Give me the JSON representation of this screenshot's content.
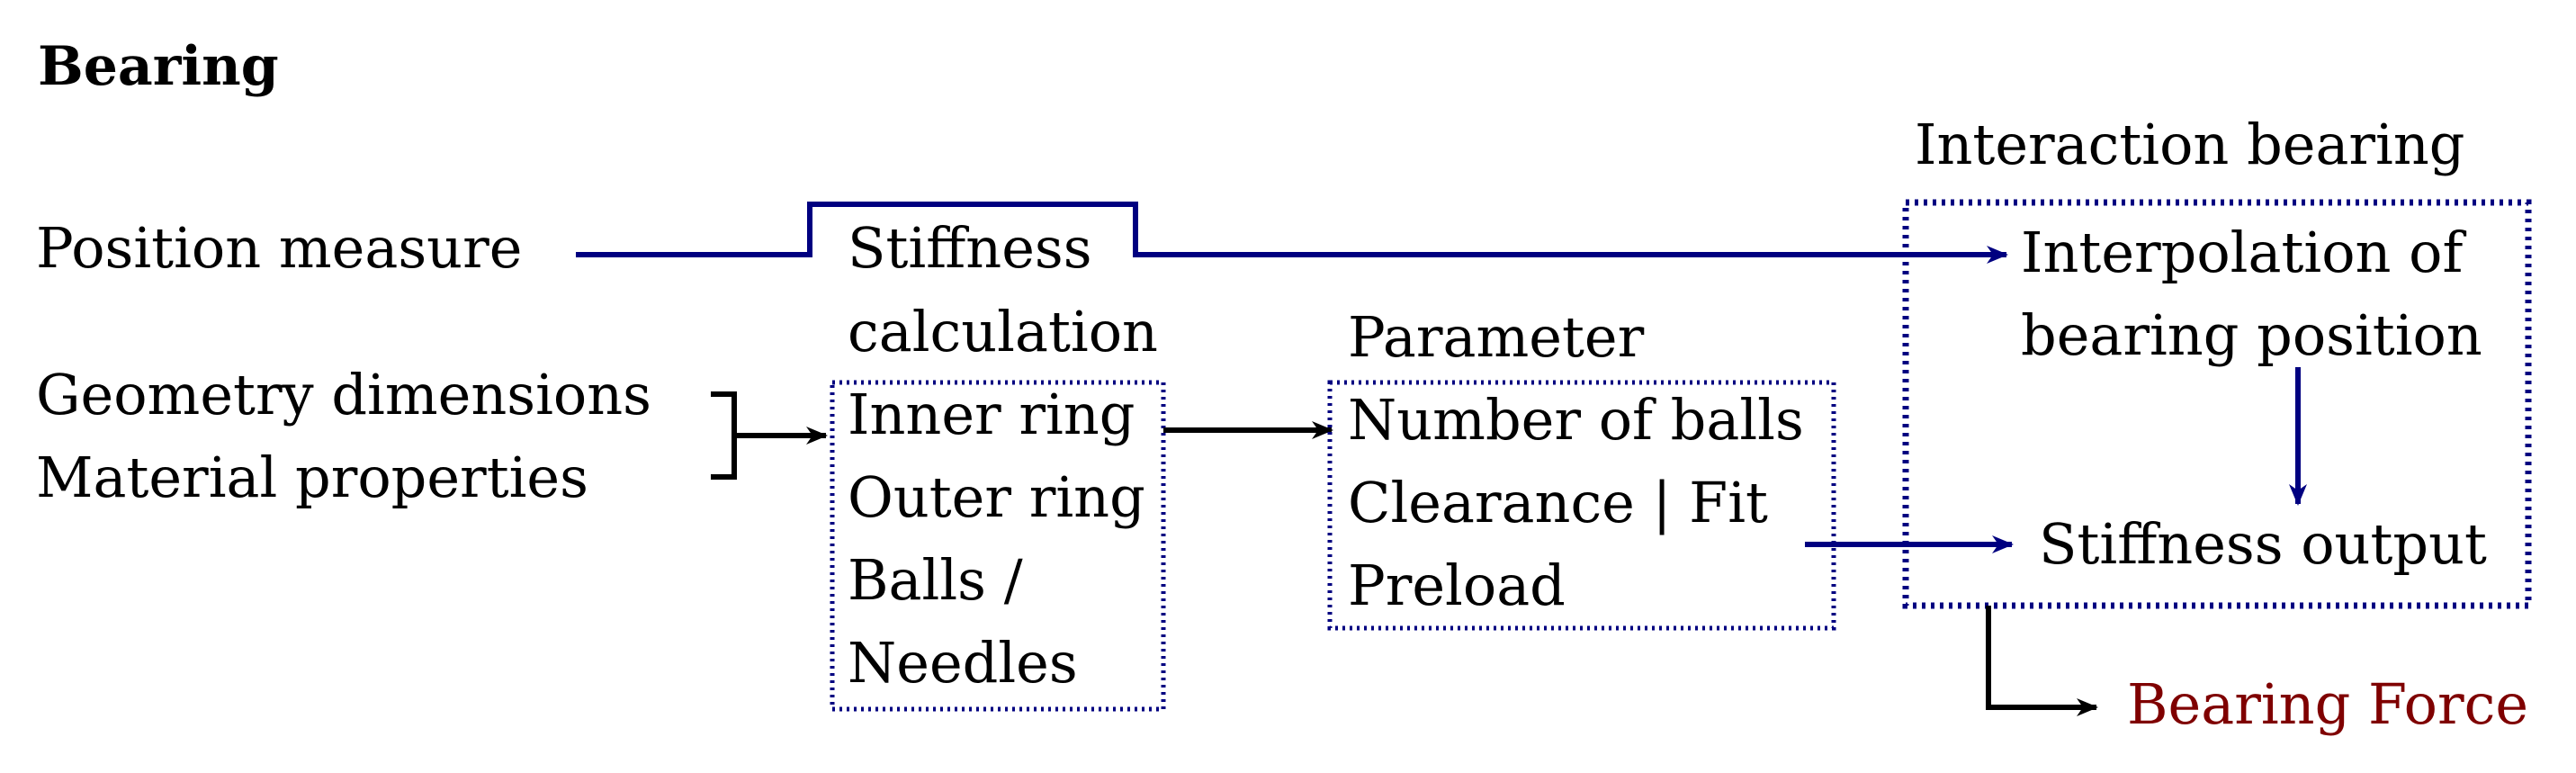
{
  "title": "Bearing",
  "inputs": {
    "position": "Position measure",
    "geometry": "Geometry dimensions",
    "material": "Material properties"
  },
  "stiffness_calc": {
    "heading_line1": "Stiffness",
    "heading_line2": "calculation",
    "items": [
      "Inner ring",
      "Outer ring",
      "Balls /",
      "Needles"
    ]
  },
  "parameter": {
    "heading": "Parameter",
    "items": [
      "Number of balls",
      "Clearance | Fit",
      "Preload"
    ]
  },
  "interaction": {
    "heading": "Interaction bearing",
    "interp_line1": "Interpolation of",
    "interp_line2": "bearing position",
    "stiffness_output": "Stiffness output"
  },
  "output": {
    "bearing_force": "Bearing Force"
  },
  "colors": {
    "navy": "#000080",
    "black": "#000000",
    "dark_red": "#7f0000"
  }
}
